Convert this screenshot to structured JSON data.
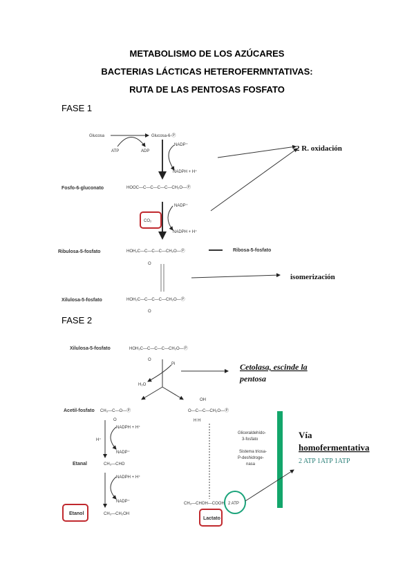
{
  "titles": [
    "METABOLISMO DE LOS AZÚCARES",
    "BACTERIAS LÁCTICAS HETEROFERMNTATIVAS:",
    "RUTA DE LAS PENTOSAS FOSFATO"
  ],
  "phase1": {
    "label": "FASE 1",
    "glucosa": "Glucosa",
    "glucosa6p": "Glucosa-6-Ⓟ",
    "atp": "ATP",
    "adp": "ADP",
    "nadp1": "NADP⁺",
    "nadph1": "NADPH + H⁺",
    "oxidacion": "2 R. oxidación",
    "fosfo_label": "Fosfo-6-gluconato",
    "fosfo_formula": "HOOC—C—C—C—C—CH₂O—Ⓟ",
    "co2": "CO₂",
    "nadp2": "NADP⁺",
    "nadph2": "NADPH + H⁺",
    "ribulosa_label": "Ribulosa-5-fosfato",
    "ribulosa_formula": "HOH₂C—C—C—C—CH₂O—Ⓟ",
    "ribosa_label": "Ribosa-5-fosfato",
    "o1": "O",
    "isomerizacion": "isomerización",
    "xilulosa_label": "Xilulosa-5-fosfato",
    "xilulosa_formula": "HOH₂C—C—C—C—CH₂O—Ⓟ",
    "o2": "O"
  },
  "phase2": {
    "label": "FASE 2",
    "xilulosa_label": "Xilulosa-5-fosfato",
    "xilulosa_formula": "HOH₂C—C—C—C—CH₂O—Ⓟ",
    "o3": "O",
    "pi": "Pi",
    "h2o": "H₂O",
    "cetolasa1": "Cetolasa, escinde la",
    "cetolasa2": "pentosa",
    "acetil_label": "Acetil-fosfato",
    "acetil_formula": "CH₃—C—O—Ⓟ",
    "o4": "O",
    "gliceral_oh": "OH",
    "gliceral_formula": "O—C—C—CH₂O—Ⓟ",
    "gliceral_h": "H    H",
    "h_plus": "H⁺",
    "nadph3": "NADPH + H⁺",
    "nadp3": "NADP⁺",
    "etanal_label": "Etanal",
    "etanal_formula": "CH₃—CHO",
    "nadph4": "NADPH + H⁺",
    "nadp4": "NADP⁺",
    "etanol_label": "Etanol",
    "etanol_formula": "CH₃—CH₂OH",
    "enzyme1": "Gliceraldehído-",
    "enzyme2": "3-fosfato",
    "enzyme3": "Sistema triosa-",
    "enzyme4": "P-deshidroge-",
    "enzyme5": "nasa",
    "lactato_formula": "CH₃—CHOH—COOH",
    "atp2": "2 ATP",
    "lactato_label": "Lactato",
    "via1": "Vía",
    "via2": "homofermentativa",
    "via_atp": "2 ATP   1ATP   1ATP"
  },
  "colors": {
    "highlight_red": "#c0282d",
    "green_ellipse": "#1aa37a",
    "green_bar": "#13a66b",
    "teal_text": "#2a7f78"
  }
}
